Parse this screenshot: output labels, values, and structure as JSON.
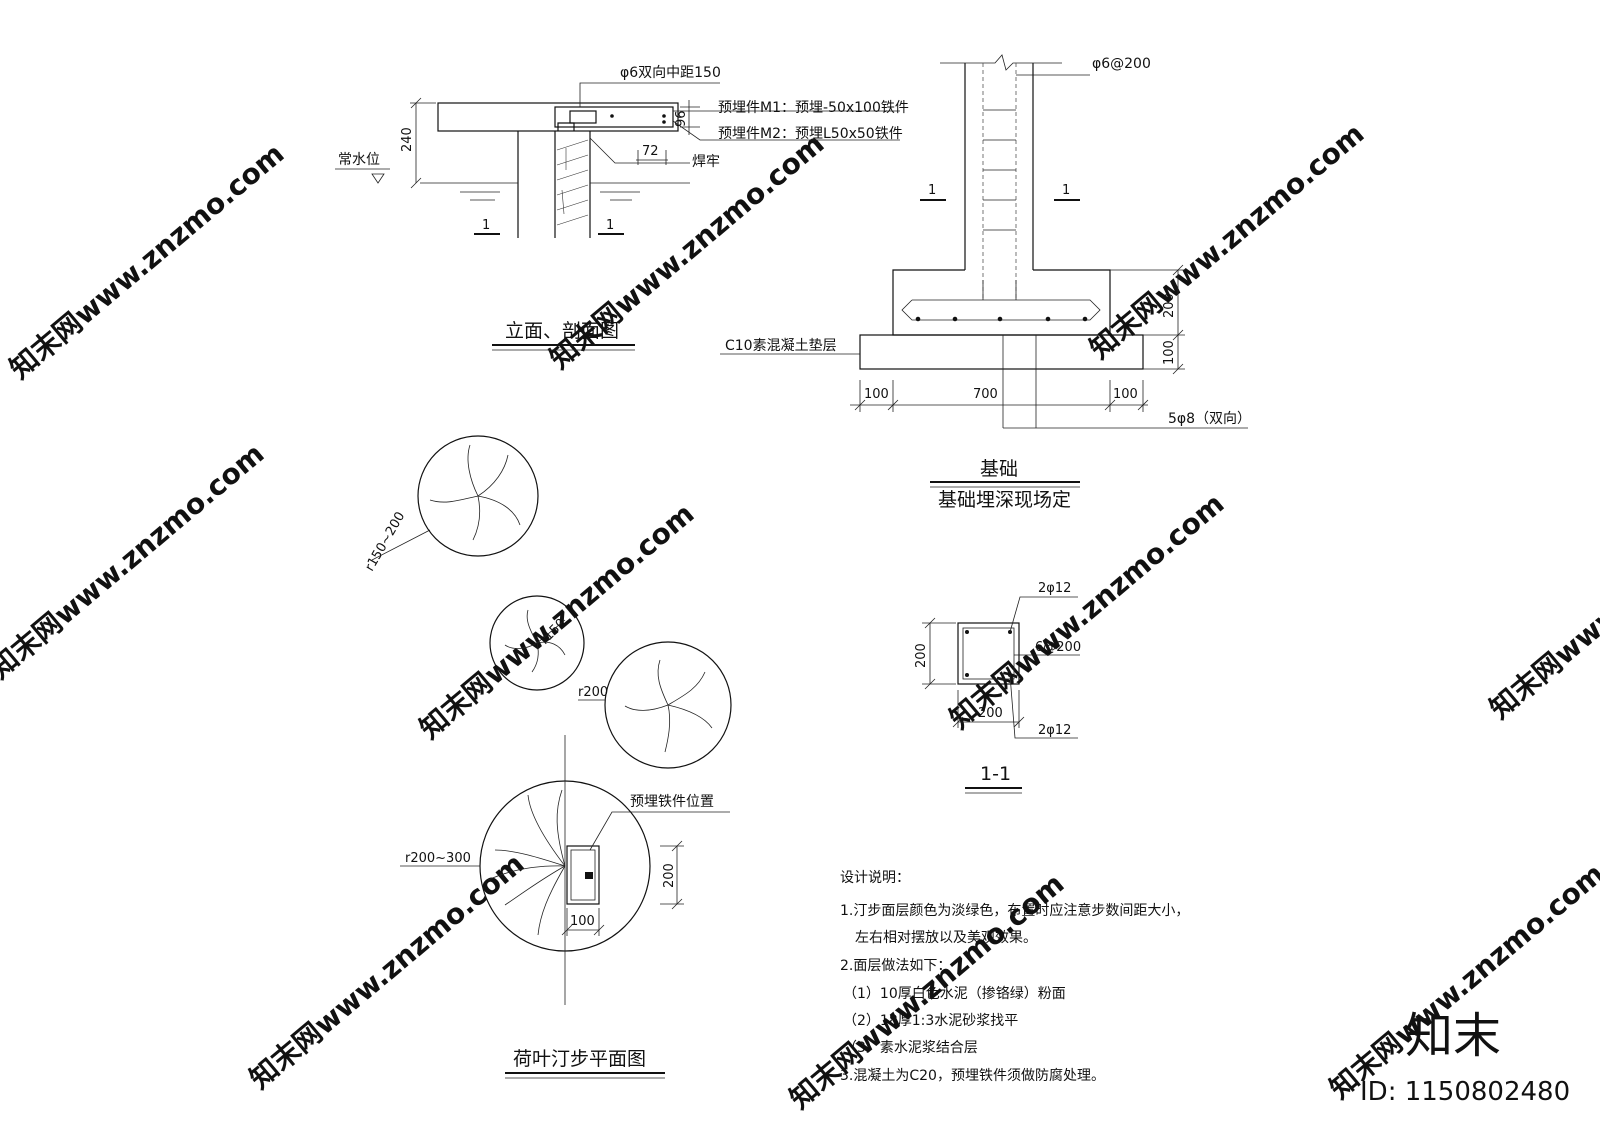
{
  "elevation_section": {
    "title": "立面、剖面图",
    "rebar_label": "φ6双向中距150",
    "embed_m1": "预埋件M1：预埋-50x100铁件",
    "embed_m2": "预埋件M2：预埋L50x50铁件",
    "dim_thickness": "240",
    "dim_96": "96",
    "dim_72": "72",
    "weld_label": "焊牢",
    "water_label": "常水位",
    "section_mark": "1"
  },
  "foundation": {
    "title": "基础",
    "subtitle": "基础埋深现场定",
    "stirrup_label": "φ6@200",
    "section_mark": "1",
    "bed_label": "C10素混凝土垫层",
    "dim_200": "200",
    "dim_100": "100",
    "dim_left": "100",
    "dim_mid": "700",
    "dim_right": "100",
    "rebar_label": "5φ8（双向）"
  },
  "section_1_1": {
    "title": "1-1",
    "top_bar": "2φ12",
    "stirrup": "6@200",
    "bottom_bar": "2φ12",
    "dim_h": "200",
    "dim_w": "200"
  },
  "plan": {
    "title": "荷叶汀步平面图",
    "leaf_1_radius": "r150~200",
    "leaf_2_radius": "r150",
    "leaf_3_radius": "r200",
    "leaf_4_radius": "r200~300",
    "embed_position": "预埋铁件位置",
    "dim_200": "200",
    "dim_100": "100"
  },
  "notes": {
    "heading": "设计说明：",
    "line1": "1.汀步面层颜色为淡绿色，布置时应注意步数间距大小，",
    "line2": "左右相对摆放以及美观效果。",
    "line3": "2.面层做法如下：",
    "line4": "（1）10厚白色水泥（掺铬绿）粉面",
    "line5": "（2）18厚1:3水泥砂浆找平",
    "line6": "（3）素水泥浆结合层",
    "line7": "3.混凝土为C20，预埋铁件须做防腐处理。"
  },
  "watermark": {
    "text": "知末网www.znzmo.com",
    "brand": "知末",
    "id": "ID: 1150802480"
  }
}
